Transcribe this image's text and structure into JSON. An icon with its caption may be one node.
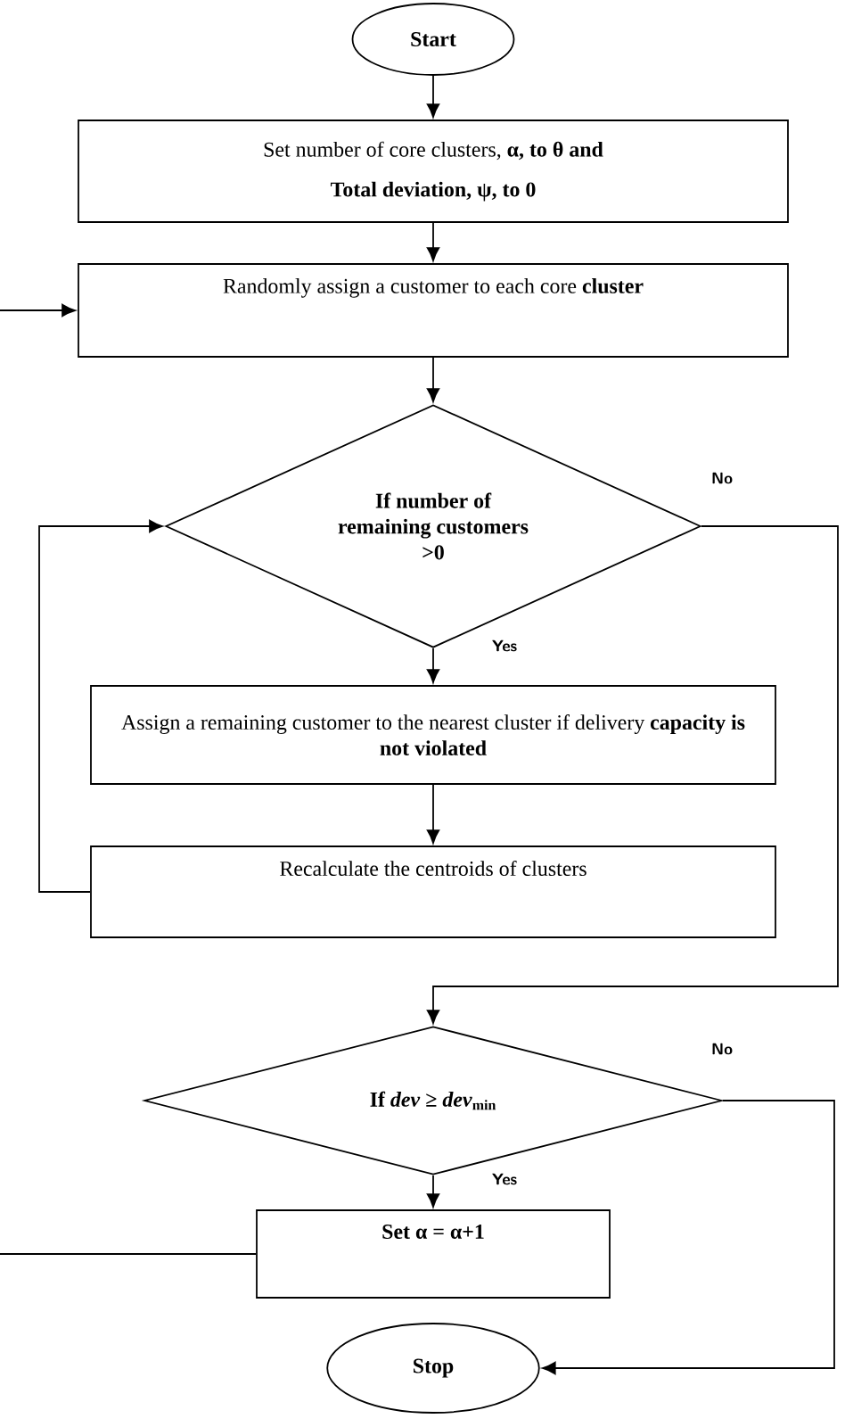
{
  "diagram": {
    "nodes": [
      {
        "text": [
          "Start"
        ]
      },
      {
        "text": [
          "Set number of core clusters, **α, to θ and**",
          "Total deviation, ψ, to 0"
        ]
      },
      {
        "text": [
          "Randomly assign a customer to each core **cluster**"
        ]
      },
      {
        "text": [
          "If number of remaining customers >0"
        ]
      },
      {
        "text": [
          "Assign a remaining customer to the nearest cluster if delivery **capacity is not violated**"
        ]
      },
      {
        "text": [
          "Recalculate the centroids of clusters"
        ]
      },
      {
        "text": [
          "If *dev* ≥ *dev*$_{min}$"
        ]
      },
      {
        "text": [
          "Set α = α+1"
        ]
      },
      {
        "text": [
          "Stop"
        ]
      }
    ],
    "edges": [
      {
        "from": 0,
        "to": 1,
        "arrow": "to"
      },
      {
        "from": 1,
        "to": 2,
        "arrow": "to"
      },
      {
        "from": null,
        "to": 2,
        "arrow": "to"
      },
      {
        "from": 2,
        "to": 3,
        "arrow": "to"
      },
      {
        "from": 3,
        "to": 4,
        "arrow": "to",
        "label": "Yes"
      },
      {
        "from": 4,
        "to": 5,
        "arrow": "to"
      },
      {
        "from": 5,
        "to": 3,
        "arrow": "to"
      },
      {
        "from": 3,
        "to": 6,
        "arrow": "to",
        "label": "No"
      },
      {
        "from": 6,
        "to": 7,
        "arrow": "to",
        "label": "Yes"
      },
      {
        "from": 6,
        "to": 8,
        "arrow": "to",
        "label": "No"
      },
      {
        "from": 7,
        "to": null,
        "arrow": "none"
      }
    ]
  }
}
